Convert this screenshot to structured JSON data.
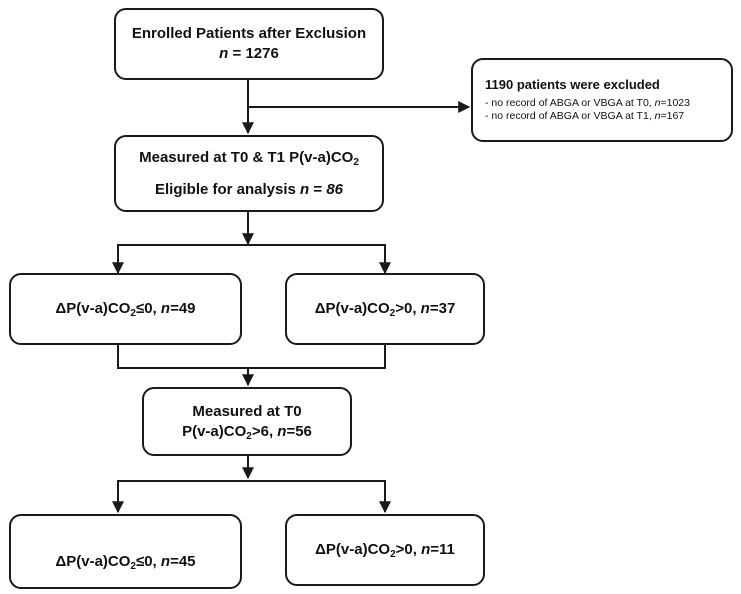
{
  "enrolled": {
    "title": "Enrolled Patients after Exclusion",
    "n_label": "n",
    "n_eq": " = ",
    "n_value": "1276"
  },
  "excluded": {
    "title": "1190 patients were excluded",
    "items": [
      {
        "text": "- no record of ABGA or VBGA at T0, ",
        "n_label": "n",
        "n_value": "=1023"
      },
      {
        "text": "- no record of ABGA or VBGA at T1, ",
        "n_label": "n",
        "n_value": "=167"
      }
    ]
  },
  "measured_t0_t1": {
    "line1_prefix": "Measured at T0 & T1 P(v-a)CO",
    "line1_sub": "2",
    "line2_text": "Eligible for analysis ",
    "n_label": "n",
    "n_eq": " = ",
    "n_value": "86"
  },
  "group_a": {
    "prefix": "ΔP(v-a)CO",
    "sub": "2",
    "cond": "≤0, ",
    "n_label": "n",
    "n_value": "=49"
  },
  "group_b": {
    "prefix": "ΔP(v-a)CO",
    "sub": "2",
    "cond": ">0, ",
    "n_label": "n",
    "n_value": "=37"
  },
  "measured_t0": {
    "line1": "Measured at T0",
    "line2_prefix": "P(v-a)CO",
    "line2_sub": "2",
    "line2_cond": ">6, ",
    "n_label": "n",
    "n_value": "=56"
  },
  "group_c": {
    "prefix": "ΔP(v-a)CO",
    "sub": "2",
    "cond": "≤0, ",
    "n_label": "n",
    "n_value": "=45"
  },
  "group_d": {
    "prefix": "ΔP(v-a)CO",
    "sub": "2",
    "cond": ">0, ",
    "n_label": "n",
    "n_value": "=11"
  }
}
